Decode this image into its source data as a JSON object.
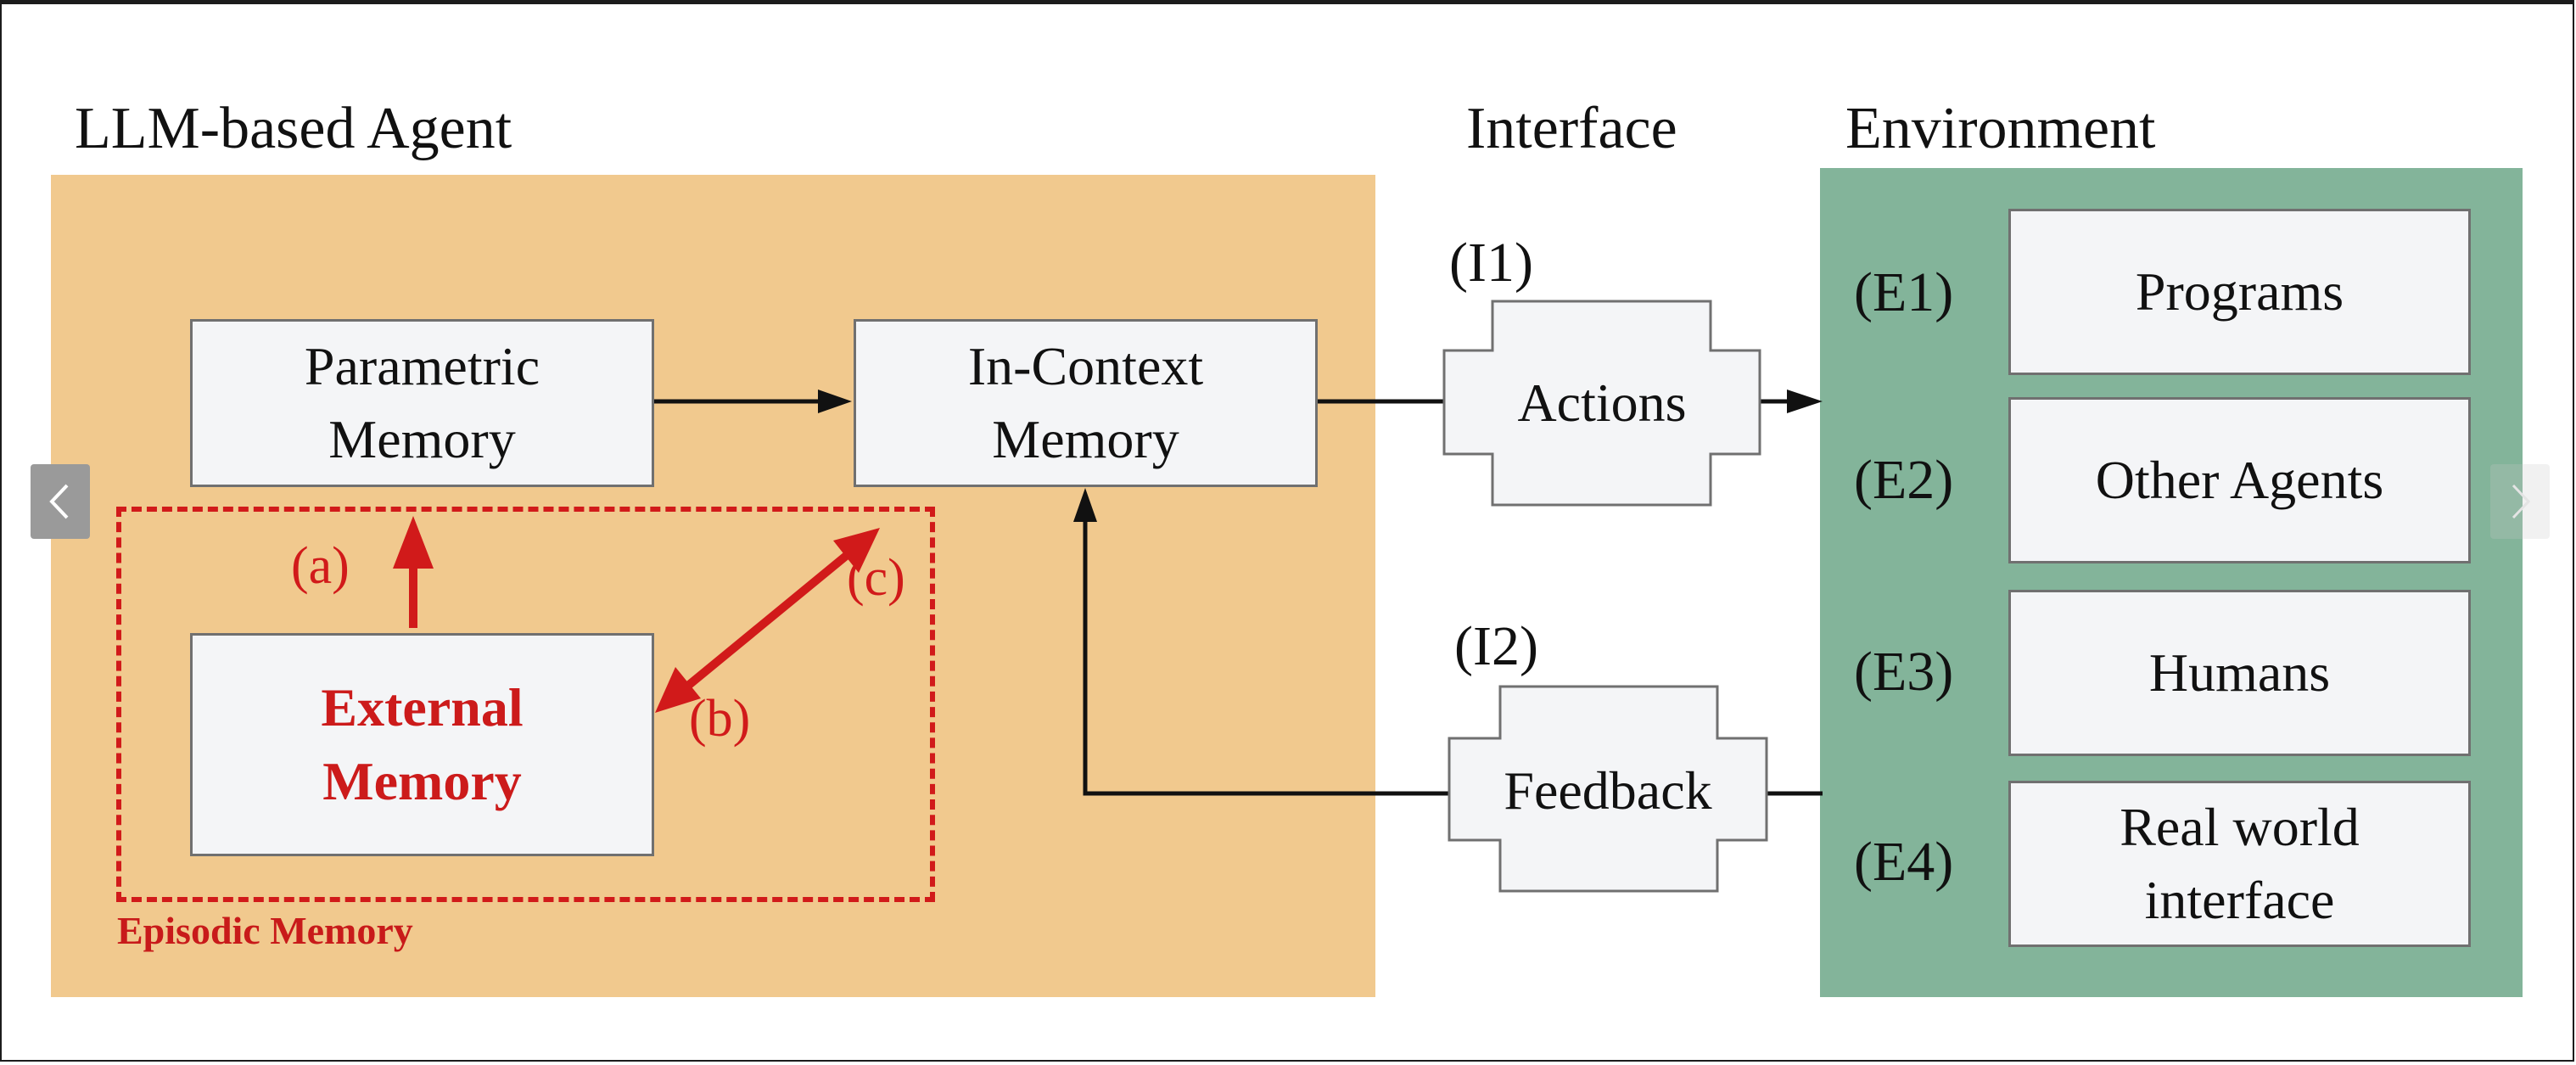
{
  "headings": {
    "agent": "LLM-based Agent",
    "interface": "Interface",
    "environment": "Environment"
  },
  "agent": {
    "parametric_memory": "Parametric\nMemory",
    "in_context_memory": "In-Context\nMemory",
    "external_memory": "External\nMemory",
    "episodic_memory": "Episodic Memory",
    "flow_labels": {
      "a": "(a)",
      "b": "(b)",
      "c": "(c)"
    }
  },
  "interface": {
    "actions": {
      "tag": "(I1)",
      "label": "Actions"
    },
    "feedback": {
      "tag": "(I2)",
      "label": "Feedback"
    }
  },
  "environment": {
    "items": [
      {
        "tag": "(E1)",
        "label": "Programs"
      },
      {
        "tag": "(E2)",
        "label": "Other Agents"
      },
      {
        "tag": "(E3)",
        "label": "Humans"
      },
      {
        "tag": "(E4)",
        "label": "Real world\ninterface"
      }
    ]
  },
  "colors": {
    "agent_bg": "#f1c98e",
    "environment_bg": "#83b49a",
    "episodic_red": "#d11a1a",
    "box_fill": "#f4f5f7"
  },
  "nav": {
    "prev_icon": "chevron-left-icon",
    "next_icon": "chevron-right-icon"
  }
}
